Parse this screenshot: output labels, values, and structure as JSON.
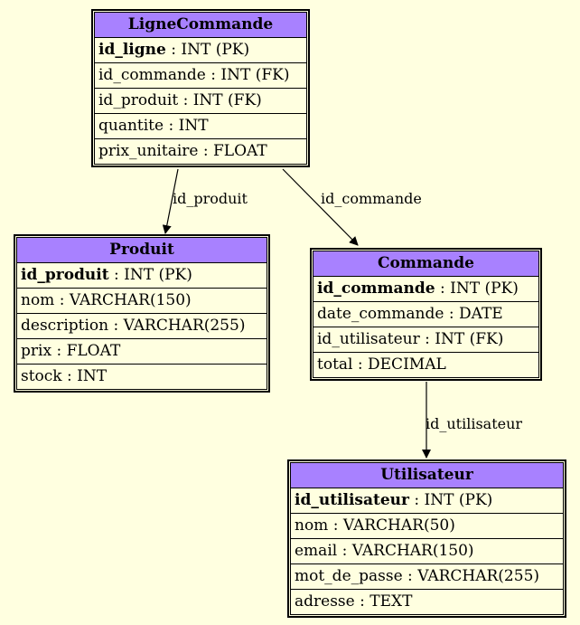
{
  "tables": {
    "ligne": {
      "name": "LigneCommande",
      "rows": [
        {
          "field": "id_ligne",
          "type": " : INT (PK)",
          "bold": true
        },
        {
          "field": "id_commande",
          "type": " : INT (FK)",
          "bold": false
        },
        {
          "field": "id_produit",
          "type": " : INT (FK)",
          "bold": false
        },
        {
          "field": "quantite",
          "type": " : INT",
          "bold": false
        },
        {
          "field": "prix_unitaire",
          "type": " : FLOAT",
          "bold": false
        }
      ]
    },
    "produit": {
      "name": "Produit",
      "rows": [
        {
          "field": "id_produit",
          "type": " : INT (PK)",
          "bold": true
        },
        {
          "field": "nom",
          "type": " : VARCHAR(150)",
          "bold": false
        },
        {
          "field": "description",
          "type": " : VARCHAR(255)",
          "bold": false
        },
        {
          "field": "prix",
          "type": " : FLOAT",
          "bold": false
        },
        {
          "field": "stock",
          "type": " : INT",
          "bold": false
        }
      ]
    },
    "commande": {
      "name": "Commande",
      "rows": [
        {
          "field": "id_commande",
          "type": " : INT (PK)",
          "bold": true
        },
        {
          "field": "date_commande",
          "type": " : DATE",
          "bold": false
        },
        {
          "field": "id_utilisateur",
          "type": " : INT (FK)",
          "bold": false
        },
        {
          "field": "total",
          "type": " : DECIMAL",
          "bold": false
        }
      ]
    },
    "utilisateur": {
      "name": "Utilisateur",
      "rows": [
        {
          "field": "id_utilisateur",
          "type": " : INT (PK)",
          "bold": true
        },
        {
          "field": "nom",
          "type": " : VARCHAR(50)",
          "bold": false
        },
        {
          "field": "email",
          "type": " : VARCHAR(150)",
          "bold": false
        },
        {
          "field": "mot_de_passe",
          "type": " : VARCHAR(255)",
          "bold": false
        },
        {
          "field": "adresse",
          "type": " : TEXT",
          "bold": false
        }
      ]
    }
  },
  "edges": {
    "ligne_produit": "id_produit",
    "ligne_commande": "id_commande",
    "commande_utilisateur": "id_utilisateur"
  },
  "colors": {
    "background": "#ffffe0",
    "header": "#a881ff",
    "line": "#000000"
  }
}
